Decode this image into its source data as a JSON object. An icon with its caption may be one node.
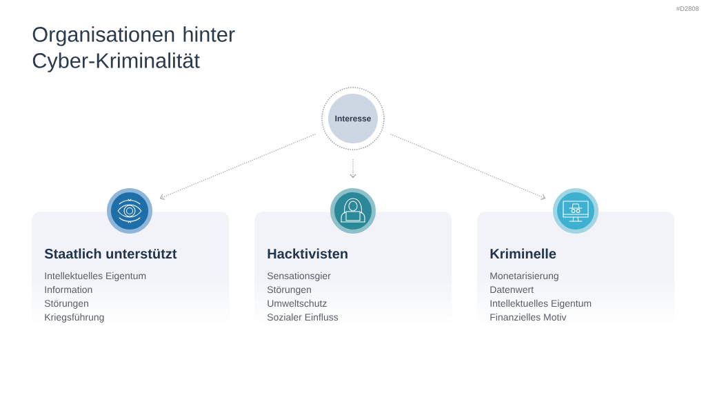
{
  "diagram": {
    "title": "Organisationen hinter Cyber-Kriminalität",
    "nodes": [
      {
        "text": [
          "Interesse"
        ]
      },
      {
        "text": [],
        "shape": "circle"
      },
      {
        "text": [],
        "shape": "circle"
      },
      {
        "text": [],
        "shape": "circle"
      },
      {
        "text": [
          "Staatlich unterstützt",
          "Intellektuelles Eigentum",
          "Information",
          "Störungen",
          "Kriegsführung"
        ]
      },
      {
        "text": [
          "Hacktivisten",
          "Sensationsgier",
          "Störungen",
          "Umweltschutz",
          "Sozialer Einfluss"
        ]
      },
      {
        "text": [
          "Kriminelle",
          "Monetarisierung",
          "Datenwert",
          "Intellektuelles Eigentum",
          "Finanzielles Motiv"
        ]
      }
    ],
    "edges": [
      {
        "from": 0,
        "to": 1,
        "arrow": "to",
        "style": "dashed"
      },
      {
        "from": 0,
        "to": 2,
        "arrow": "to",
        "style": "dashed"
      },
      {
        "from": 0,
        "to": 3,
        "arrow": "to",
        "style": "dashed"
      }
    ],
    "labels": [
      "#D2808"
    ]
  }
}
